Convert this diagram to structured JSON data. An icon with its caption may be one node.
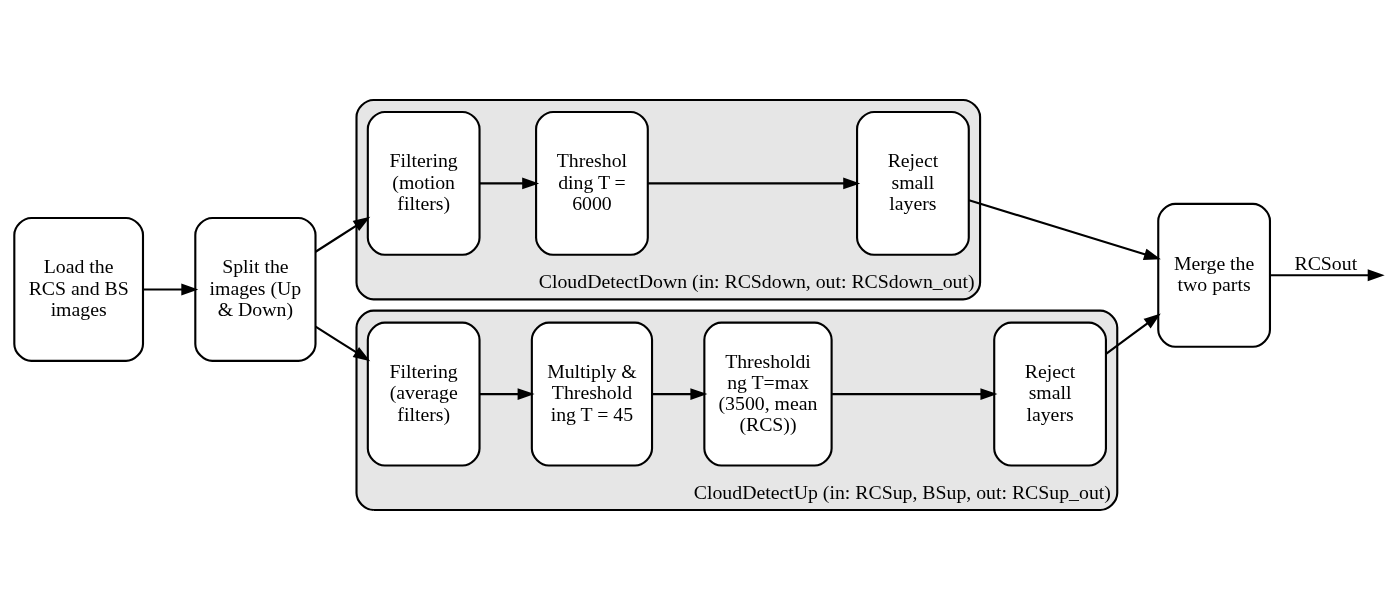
{
  "diagram": {
    "nodes": [
      {
        "text": [
          "Load the RCS and BS images"
        ]
      },
      {
        "text": [
          "Split the images (Up & Down)"
        ]
      },
      {
        "text": [
          "CloudDetectDown (in: RCSdown, out: RCSdown_out)"
        ]
      },
      {
        "text": [
          "Filtering (motion filters)"
        ],
        "in": 2
      },
      {
        "text": [
          "Threshol ding T = 6000"
        ],
        "in": 2
      },
      {
        "text": [
          "Reject small layers"
        ],
        "in": 2
      },
      {
        "text": [
          "CloudDetectUp (in: RCSup, BSup, out: RCSup_out)"
        ]
      },
      {
        "text": [
          "Filtering (average filters)"
        ],
        "in": 6
      },
      {
        "text": [
          "Multiply & Threshold ing T = 45"
        ],
        "in": 6
      },
      {
        "text": [
          "Thresholdi ng T=max (3500, mean (RCS))"
        ],
        "in": 6
      },
      {
        "text": [
          "Reject small layers"
        ],
        "in": 6
      },
      {
        "text": [
          "Merge the two parts"
        ]
      }
    ],
    "edges": [
      {
        "from": 0,
        "to": 1,
        "arrow": "to"
      },
      {
        "from": 1,
        "to": 3,
        "arrow": "to"
      },
      {
        "from": 1,
        "to": 7,
        "arrow": "to"
      },
      {
        "from": 3,
        "to": 4,
        "arrow": "to"
      },
      {
        "from": 4,
        "to": 5,
        "arrow": "to"
      },
      {
        "from": 5,
        "to": 11,
        "arrow": "to"
      },
      {
        "from": 7,
        "to": 8,
        "arrow": "to"
      },
      {
        "from": 8,
        "to": 9,
        "arrow": "to"
      },
      {
        "from": 9,
        "to": 10,
        "arrow": "to"
      },
      {
        "from": 10,
        "to": 11,
        "arrow": "to"
      },
      {
        "from": 11,
        "to": null,
        "arrow": "to",
        "label": "RCSout"
      }
    ]
  }
}
